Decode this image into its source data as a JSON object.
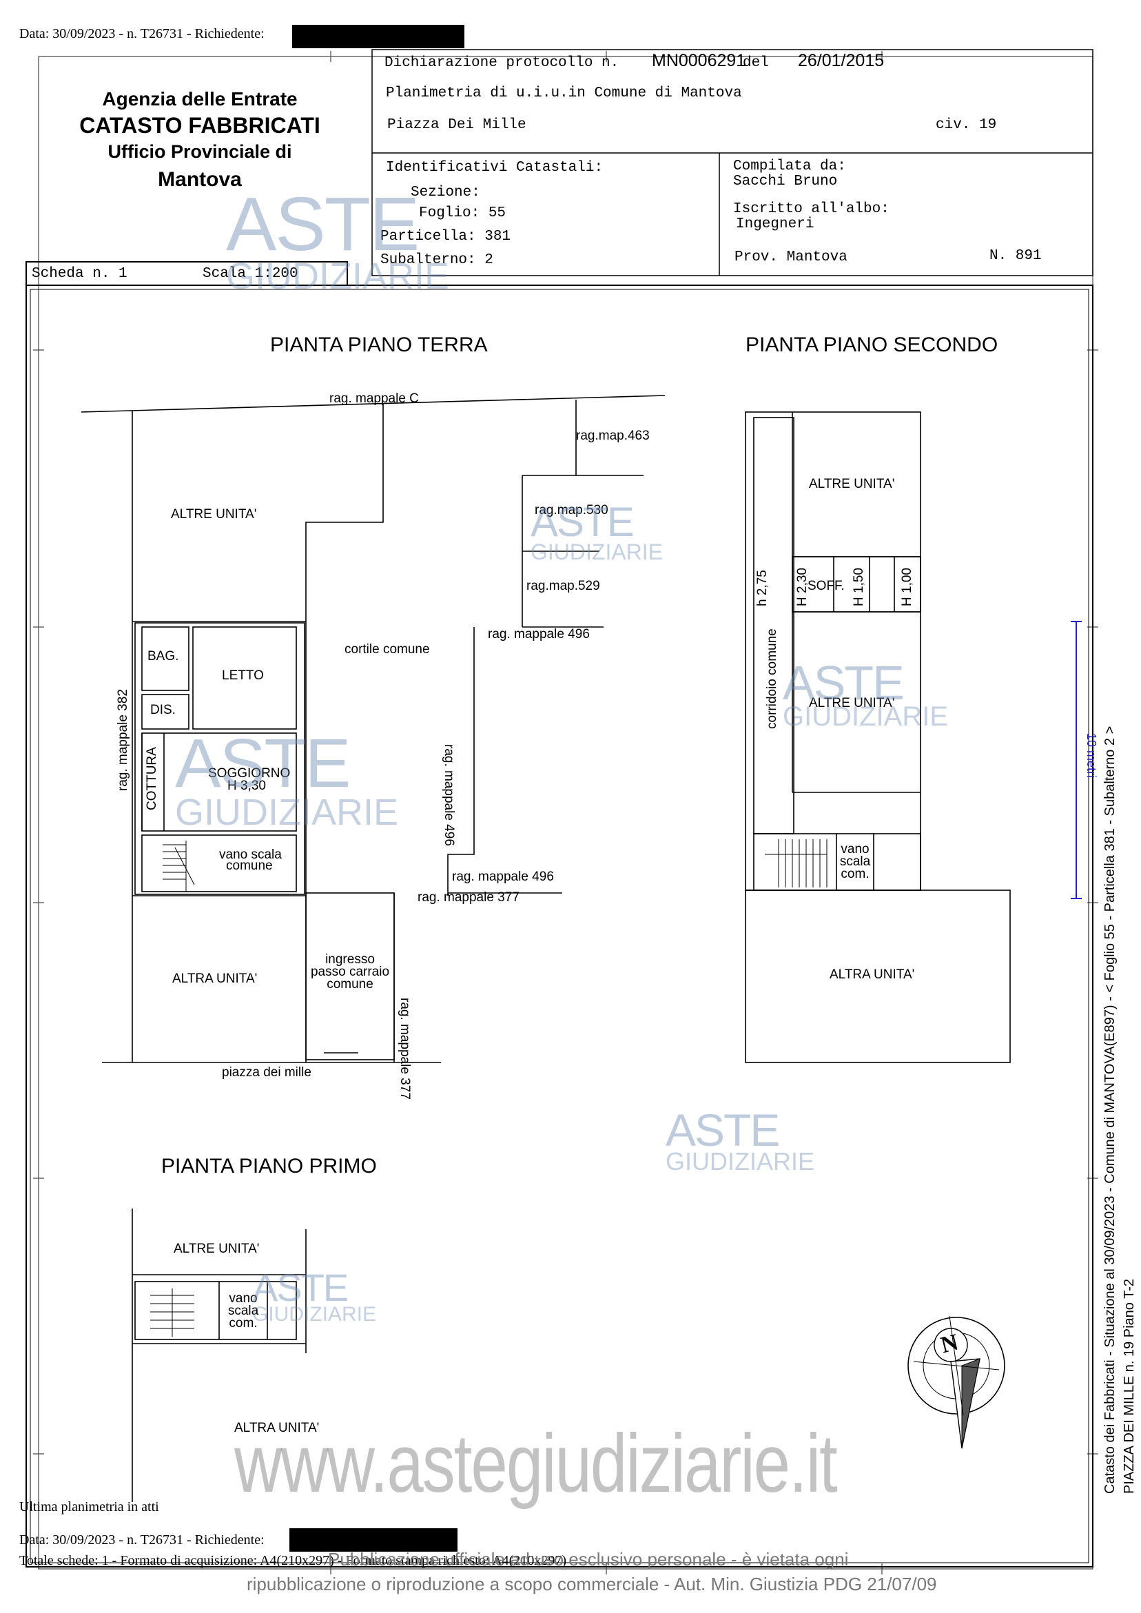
{
  "top_meta": "Data: 30/09/2023 - n. T26731 - Richiedente:",
  "agency": {
    "line1": "Agenzia delle Entrate",
    "line2": "CATASTO FABBRICATI",
    "line3": "Ufficio Provinciale di",
    "line4": "Mantova"
  },
  "declaration": {
    "prefix": "Dichiarazione protocollo n.",
    "number": "MN0006291",
    "del": "del",
    "date": "26/01/2015",
    "planimetria": "Planimetria di u.i.u.in Comune di Mantova",
    "address": "Piazza Dei Mille",
    "civ": "civ. 19"
  },
  "identifiers": {
    "title": "Identificativi Catastali:",
    "sezione": "Sezione:",
    "foglio": "Foglio: 55",
    "particella": "Particella: 381",
    "subalterno": "Subalterno: 2"
  },
  "compiler": {
    "compilata": "Compilata da:",
    "name": "Sacchi Bruno",
    "iscritto": "Iscritto all'albo:",
    "albo": "Ingegneri",
    "prov": "Prov. Mantova",
    "num": "N. 891"
  },
  "scheda": {
    "label": "Scheda n. 1",
    "scala": "Scala 1:200"
  },
  "plans": {
    "terra_title": "PIANTA PIANO TERRA",
    "secondo_title": "PIANTA PIANO SECONDO",
    "primo_title": "PIANTA PIANO PRIMO"
  },
  "terra": {
    "rag_mappale_c": "rag. mappale C",
    "rag_map_463": "rag.map.463",
    "rag_map_530": "rag.map.530",
    "rag_map_529": "rag.map.529",
    "rag_mappale_496_top": "rag. mappale 496",
    "rag_mappale_496_vert": "rag. mappale 496",
    "rag_mappale_496_bottom": "rag. mappale 496",
    "rag_mappale_377": "rag. mappale 377",
    "rag_mappale_377_vert": "rag. mappale 377",
    "rag_mappale_382": "rag. mappale 382",
    "altre_unita": "ALTRE UNITA'",
    "cortile": "cortile comune",
    "bag": "BAG.",
    "letto": "LETTO",
    "dis": "DIS.",
    "cottura": "COTTURA",
    "soggiorno": "SOGGIORNO",
    "soggiorno_h": "H 3,30",
    "vano_scala": "vano scala",
    "comune": "comune",
    "altra_unita": "ALTRA UNITA'",
    "ingresso1": "ingresso",
    "ingresso2": "passo carraio",
    "ingresso3": "comune",
    "piazza": "piazza dei mille"
  },
  "secondo": {
    "altre_unita_top": "ALTRE UNITA'",
    "h275": "h 2,75",
    "h230": "H 2,30",
    "soff": "SOFF.",
    "h150": "H 1,50",
    "h100": "H 1,00",
    "corridoio": "corridoio comune",
    "altre_unita_mid": "ALTRE UNITA'",
    "vano": "vano",
    "scala": "scala",
    "com": "com.",
    "altra_unita": "ALTRA UNITA'"
  },
  "primo": {
    "altre_unita": "ALTRE UNITA'",
    "vano": "vano",
    "scala": "scala",
    "com": "com.",
    "altra_unita": "ALTRA UNITA'"
  },
  "scale_bar_label": "10 metri",
  "side_text": {
    "line1": "Catasto dei Fabbricati - Situazione al 30/09/2023 - Comune di MANTOVA(E897) - < Foglio 55 - Particella 381 - Subalterno 2 >",
    "line2": "PIAZZA DEI MILLE n. 19 Piano T-2"
  },
  "compass_letter": "N",
  "watermark": {
    "aste": "ASTE",
    "giudiziarie": "GIUDIZIARIE",
    "site": "www.astegiudiziarie.it"
  },
  "footer": {
    "ultima": "Ultima planimetria in atti",
    "data": "Data: 30/09/2023 - n. T26731 - Richiedente:",
    "totale": "Totale schede: 1 - Formato di acquisizione: A4(210x297) - Formato stampa richiesto: A4(210x297)",
    "pubblicazione1": "Pubblicazione ufficiale ad uso esclusivo personale - è vietata ogni",
    "pubblicazione2": "ripubblicazione o riproduzione a scopo commerciale - Aut. Min. Giustizia PDG 21/07/09"
  },
  "colors": {
    "ink": "#000000",
    "watermark": "#6e8cb4",
    "scale_bar": "#2020c0"
  }
}
